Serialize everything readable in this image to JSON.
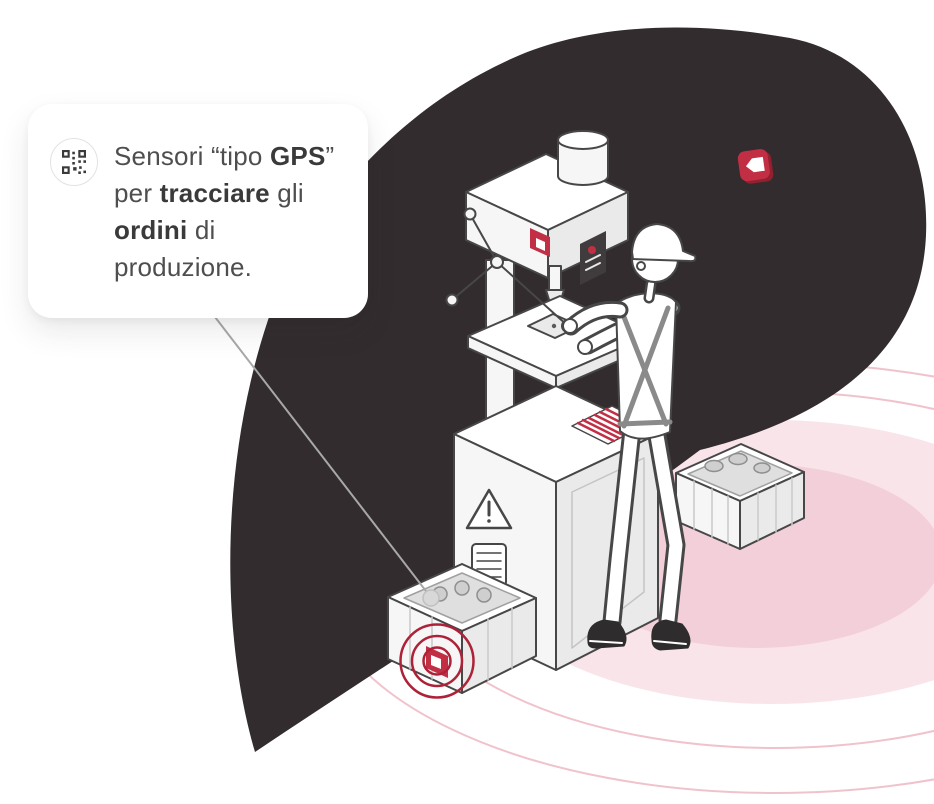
{
  "callout": {
    "icon": "qr-code-icon",
    "lines": [
      {
        "pre": "Sensori “tipo ",
        "bold": "GPS",
        "post": "”"
      },
      {
        "pre": "per ",
        "bold": "tracciare",
        "post": " gli"
      },
      {
        "pre": "",
        "bold": "ordini",
        "post": " di"
      },
      {
        "pre": "produzione.",
        "bold": "",
        "post": ""
      }
    ]
  },
  "icons": {
    "callout_badge": "qr-code-icon",
    "sensor_tags": "location-sensor-tag-icon",
    "target": "radar-target-icon"
  },
  "colors": {
    "background_dark": "#322c2e",
    "accent_red": "#c22f45",
    "accent_red_dark": "#92202f",
    "target_red": "#ad2238",
    "ripple_ring": "#f0c3cc",
    "ripple_fill": "#f9e4e9",
    "ripple_fill_strong": "#f3d0d9",
    "outline": "#474747",
    "connector_gray": "#a8a8a8",
    "text_color": "#4e4e4e",
    "text_bold_color": "#3a3a3a"
  }
}
